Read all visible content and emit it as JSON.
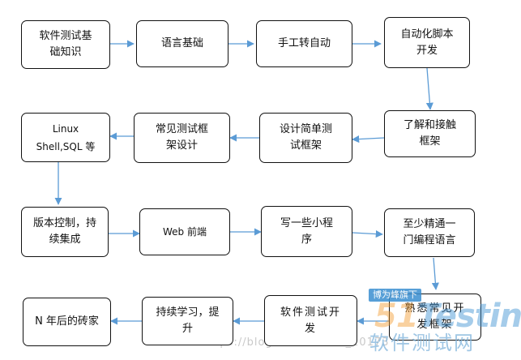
{
  "nodes": {
    "software_testing_basics": "软件测试基\n础知识",
    "language_basics": "语言基础",
    "manual_to_auto": "手工转自动",
    "auto_script_dev": "自动化脚本\n开发",
    "understand_framework": "了解和接触\n框架",
    "design_simple_framework": "设计简单测\n试框架",
    "common_framework_design": "常见测试框\n架设计",
    "linux_shell_sql": "Linux\nShell,SQL 等",
    "version_control_ci": "版本控制，持\n续集成",
    "web_frontend": "Web 前端",
    "write_small_programs": "写一些小程\n序",
    "master_one_language": "至少精通一\n门编程语言",
    "familiar_dev_framework": "熟悉常见开\n发框架",
    "software_test_dev": "软件测试开\n发",
    "continuous_learning": "持续学习，提\n升",
    "expert_years_later": "N 年后的砖家"
  },
  "watermark": {
    "tag": "博为峰旗下",
    "logo_num": "51",
    "logo_text": "Testing",
    "cn": "软件测试网",
    "url": "https://blog.csdn.net/ss_20173"
  },
  "colors": {
    "arrow": "#5b9bd5",
    "border": "#111111",
    "watermark_blue": "#3a8fd1",
    "watermark_orange": "#f29a2e"
  }
}
